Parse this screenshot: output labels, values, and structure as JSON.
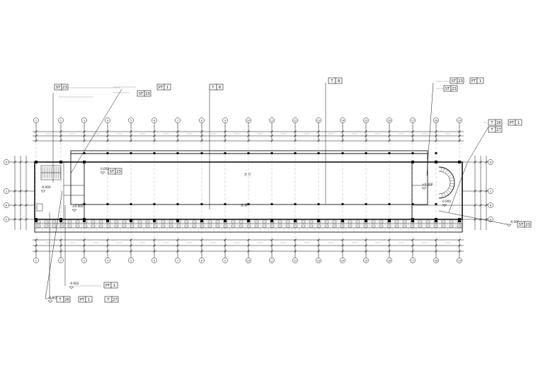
{
  "tags": {
    "st23_top_left": [
      "ST",
      "23"
    ],
    "st23_top_left_2": [
      "ST",
      "23"
    ],
    "pt1_top_left": [
      "PT",
      "1"
    ],
    "t8_a": [
      "T",
      "8"
    ],
    "t8_b": [
      "T",
      "8"
    ],
    "st23_top_right": [
      "ST",
      "23"
    ],
    "pt1_top_right": [
      "PT",
      "1"
    ],
    "st23_top_right_2": [
      "ST",
      "23"
    ],
    "t26_right": [
      "T",
      "26"
    ],
    "pt1_right": [
      "PT",
      "1"
    ],
    "t27_right": [
      "T",
      "27"
    ],
    "st23_inside_left": [
      "ST",
      "23"
    ],
    "st23_right_edge": [
      "ST",
      "23"
    ],
    "pt1_bottom": [
      "PT",
      "1"
    ],
    "t26_bottom": [
      "T",
      "26"
    ],
    "pt1_bottom_2": [
      "PT",
      "1"
    ],
    "t27_bottom": [
      "T",
      "27"
    ]
  },
  "levels": {
    "l1": "0.002",
    "l2": "-0.000",
    "l3": "±0.000",
    "l4": "±0.000",
    "l5": "0.000",
    "l6": "-0.002",
    "l7": "-0.002",
    "l8": "-0.000"
  },
  "axis_numbers_top": [
    "1",
    "2",
    "3",
    "4",
    "5",
    "6",
    "7",
    "8",
    "9",
    "10",
    "11",
    "12",
    "13",
    "14",
    "15",
    "16",
    "17",
    "18",
    "19"
  ],
  "axis_numbers_bottom": [
    "1",
    "2",
    "3",
    "4",
    "5",
    "6",
    "7",
    "8",
    "9",
    "10",
    "11",
    "12",
    "13",
    "14",
    "15",
    "16",
    "17",
    "18",
    "19"
  ],
  "axis_letters_left": [
    "D",
    "C",
    "B",
    "A"
  ],
  "axis_letters_right": [
    "D",
    "C",
    "B",
    "A"
  ],
  "room_labels": {
    "hall_center": "大 厅",
    "hall_south": "走 廊"
  }
}
